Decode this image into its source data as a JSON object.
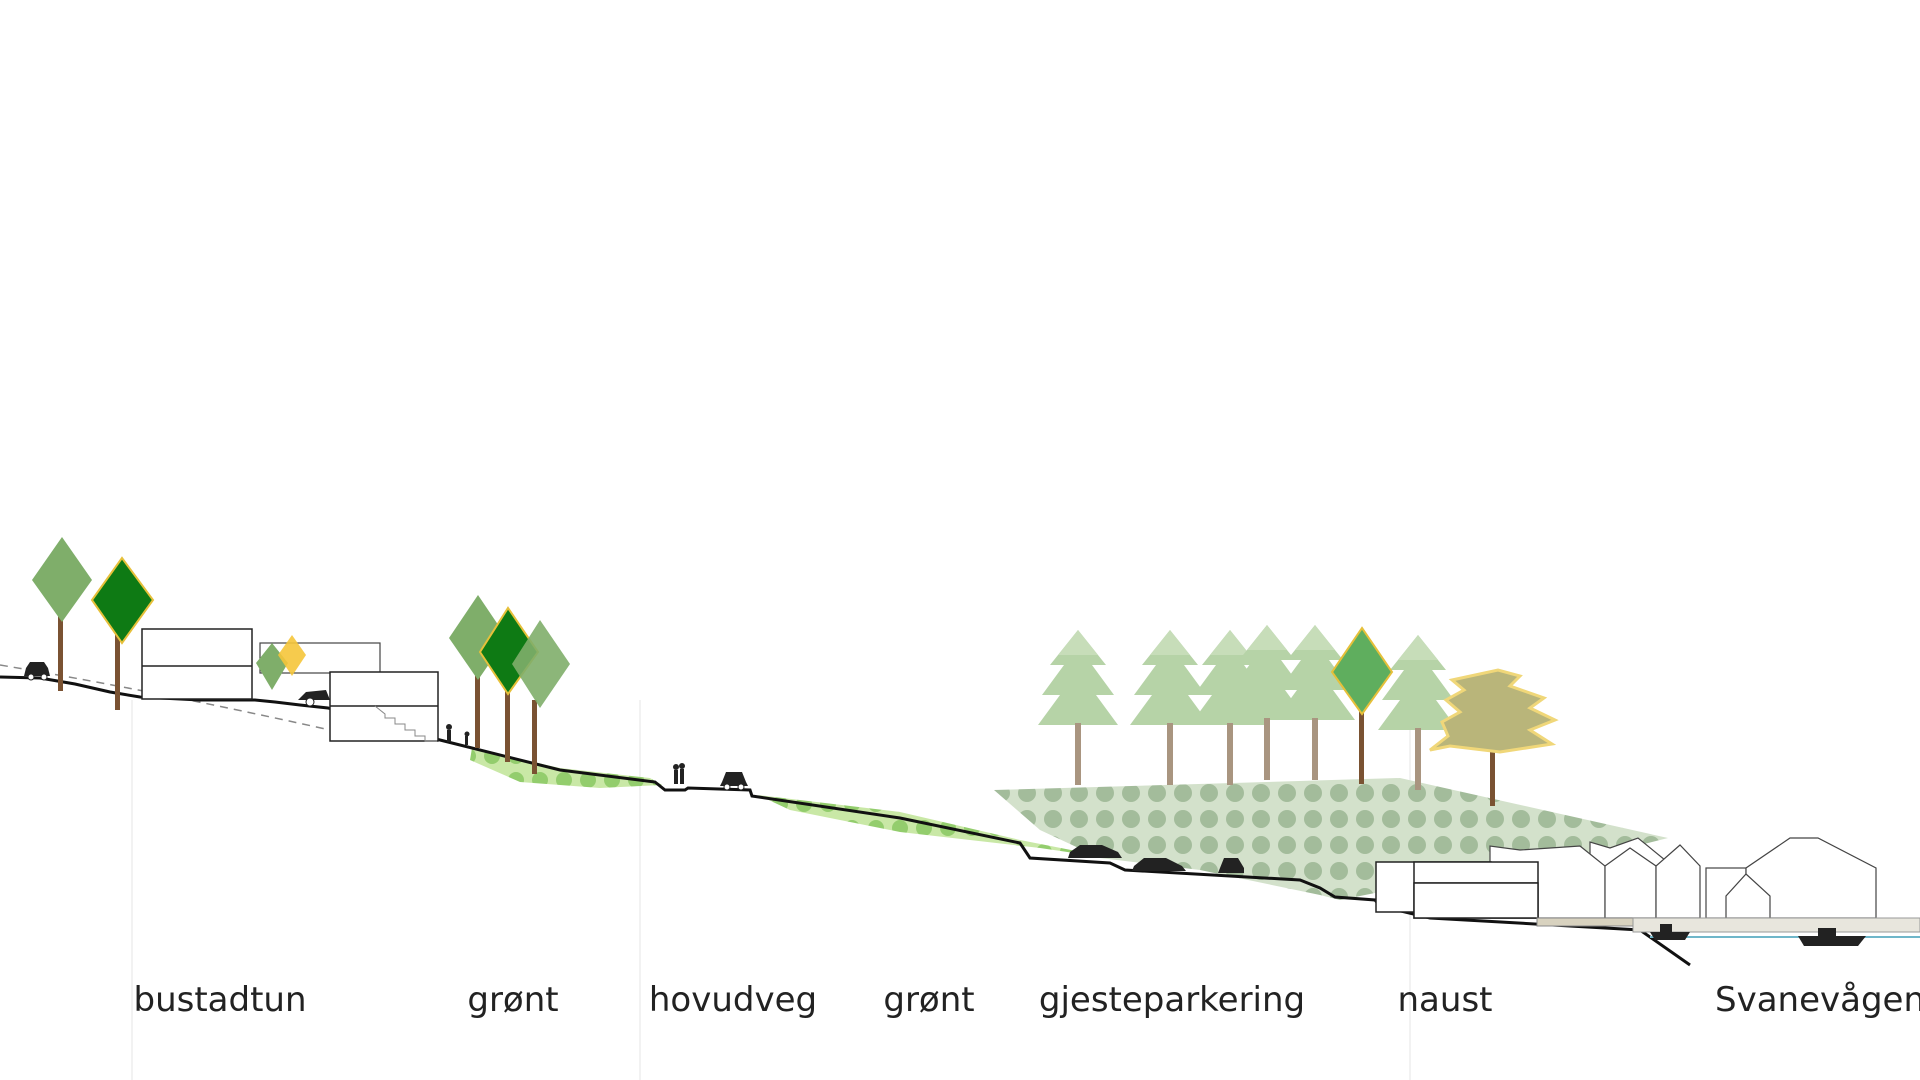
{
  "section": {
    "labels": [
      {
        "id": "bustadtun",
        "text": "bustadtun"
      },
      {
        "id": "gront-1",
        "text": "grønt"
      },
      {
        "id": "hovudveg",
        "text": "hovudveg"
      },
      {
        "id": "gront-2",
        "text": "grønt"
      },
      {
        "id": "gjesteparkering",
        "text": "gjesteparkering"
      },
      {
        "id": "naust",
        "text": "naust"
      },
      {
        "id": "svanevagen",
        "text": "Svanevågen"
      }
    ]
  },
  "colors": {
    "deciduous_light": "#7fae6a",
    "deciduous_dark": "#0e7a14",
    "conifer": "#b6d3a7",
    "trunk": "#7a5232",
    "grass": "#c9e8a6",
    "grass_dots": "#93cd6d",
    "hill": "#d3e1cb",
    "hill_dots": "#a3bc9b",
    "autumn_tree": "#b9b57a",
    "autumn_edge": "#f0d779",
    "yellow": "#f5c53a",
    "water": "#6fb6c9"
  }
}
